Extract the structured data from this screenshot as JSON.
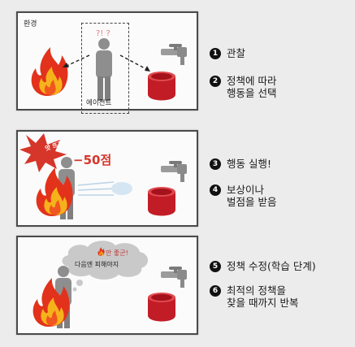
{
  "panel1": {
    "env_label": "환경",
    "question_marks": "?! ?",
    "agent_label": "에이전트"
  },
  "panel2": {
    "penalty": "−50점",
    "bang_text": "앗 뜨거"
  },
  "panel3": {
    "cloud_line1": "안 좋군!",
    "cloud_line2": "다음엔 피해야지"
  },
  "steps": [
    {
      "num": "1",
      "lines": [
        "관찰"
      ]
    },
    {
      "num": "2",
      "lines": [
        "정책에 따라",
        "행동을 선택"
      ]
    },
    {
      "num": "3",
      "lines": [
        "행동 실행!"
      ]
    },
    {
      "num": "4",
      "lines": [
        "보상이나",
        "벌점을 받음"
      ]
    },
    {
      "num": "5",
      "lines": [
        "정책 수정(학습 단계)"
      ]
    },
    {
      "num": "6",
      "lines": [
        "최적의 정책을",
        "찾을 때까지 반복"
      ]
    }
  ],
  "colors": {
    "fire_outer": "#e2321c",
    "fire_inner": "#f6b21b",
    "bucket": "#c21d27",
    "agent": "#8e8e8e",
    "penalty": "#d6352a"
  }
}
